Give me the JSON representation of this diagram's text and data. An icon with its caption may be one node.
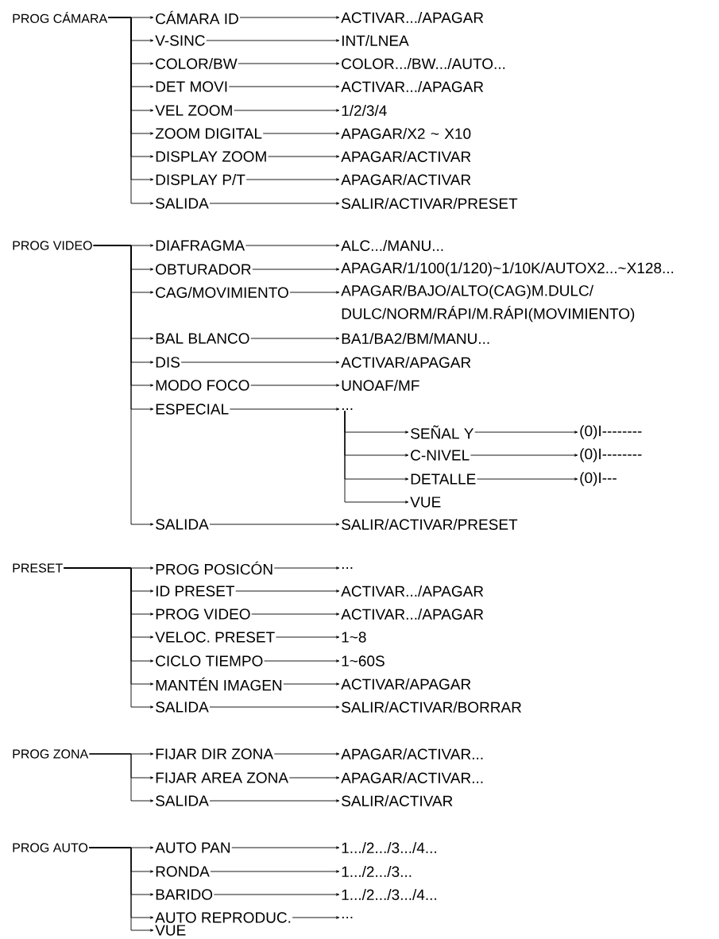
{
  "diagram": {
    "nodes": [
      {
        "text": [
          "PROG CÁMARA"
        ]
      },
      {
        "text": [
          "CÁMARA ID"
        ]
      },
      {
        "text": [
          "ACTIVAR.../APAGAR"
        ]
      },
      {
        "text": [
          "V-SINC"
        ]
      },
      {
        "text": [
          "INT/LNEA"
        ]
      },
      {
        "text": [
          "COLOR/BW"
        ]
      },
      {
        "text": [
          "COLOR.../BW.../AUTO..."
        ]
      },
      {
        "text": [
          "DET MOVI"
        ]
      },
      {
        "text": [
          "ACTIVAR.../APAGAR"
        ]
      },
      {
        "text": [
          "VEL ZOOM"
        ]
      },
      {
        "text": [
          "1/2/3/4"
        ]
      },
      {
        "text": [
          "ZOOM DIGITAL"
        ]
      },
      {
        "text": [
          "APAGAR/X2 ~ X10"
        ]
      },
      {
        "text": [
          "DISPLAY ZOOM"
        ]
      },
      {
        "text": [
          "APAGAR/ACTIVAR"
        ]
      },
      {
        "text": [
          "DISPLAY P/T"
        ]
      },
      {
        "text": [
          "APAGAR/ACTIVAR"
        ]
      },
      {
        "text": [
          "SALIDA"
        ]
      },
      {
        "text": [
          "SALIR/ACTIVAR/PRESET"
        ]
      },
      {
        "text": [
          "PROG VIDEO"
        ]
      },
      {
        "text": [
          "DIAFRAGMA"
        ]
      },
      {
        "text": [
          "ALC.../MANU..."
        ]
      },
      {
        "text": [
          "OBTURADOR"
        ]
      },
      {
        "text": [
          "APAGAR/1/100(1/120)~1/10K/AUTOX2...~X128..."
        ]
      },
      {
        "text": [
          "CAG/MOVIMIENTO"
        ]
      },
      {
        "text": [
          "APAGAR/BAJO/ALTO(CAG)M.DULC/ DULC/NORM/RÁPI/M.RÁPI(MOVIMIENTO)"
        ]
      },
      {
        "text": [
          "BAL BLANCO"
        ]
      },
      {
        "text": [
          "BA1/BA2/BM/MANU..."
        ]
      },
      {
        "text": [
          "DIS"
        ]
      },
      {
        "text": [
          "ACTIVAR/APAGAR"
        ]
      },
      {
        "text": [
          "MODO FOCO"
        ]
      },
      {
        "text": [
          "UNOAF/MF"
        ]
      },
      {
        "text": [
          "ESPECIAL"
        ]
      },
      {
        "text": [
          "..."
        ]
      },
      {
        "text": [
          "SEÑAL Y"
        ]
      },
      {
        "text": [
          "(0)I--------"
        ]
      },
      {
        "text": [
          "C-NIVEL"
        ]
      },
      {
        "text": [
          "(0)I--------"
        ]
      },
      {
        "text": [
          "DETALLE"
        ]
      },
      {
        "text": [
          "(0)I---"
        ]
      },
      {
        "text": [
          "VUE"
        ]
      },
      {
        "text": [
          "SALIDA"
        ]
      },
      {
        "text": [
          "SALIR/ACTIVAR/PRESET"
        ]
      },
      {
        "text": [
          "PRESET"
        ]
      },
      {
        "text": [
          "PROG POSICÓN"
        ]
      },
      {
        "text": [
          "..."
        ]
      },
      {
        "text": [
          "ID PRESET"
        ]
      },
      {
        "text": [
          "ACTIVAR.../APAGAR"
        ]
      },
      {
        "text": [
          "PROG VIDEO"
        ]
      },
      {
        "text": [
          "ACTIVAR.../APAGAR"
        ]
      },
      {
        "text": [
          "VELOC. PRESET"
        ]
      },
      {
        "text": [
          "1~8"
        ]
      },
      {
        "text": [
          "CICLO TIEMPO"
        ]
      },
      {
        "text": [
          "1~60S"
        ]
      },
      {
        "text": [
          "MANTÉN IMAGEN"
        ]
      },
      {
        "text": [
          "ACTIVAR/APAGAR"
        ]
      },
      {
        "text": [
          "SALIDA"
        ]
      },
      {
        "text": [
          "SALIR/ACTIVAR/BORRAR"
        ]
      },
      {
        "text": [
          "PROG ZONA"
        ]
      },
      {
        "text": [
          "FIJAR DIR ZONA"
        ]
      },
      {
        "text": [
          "APAGAR/ACTIVAR..."
        ]
      },
      {
        "text": [
          "FIJAR AREA ZONA"
        ]
      },
      {
        "text": [
          "APAGAR/ACTIVAR..."
        ]
      },
      {
        "text": [
          "SALIDA"
        ]
      },
      {
        "text": [
          "SALIR/ACTIVAR"
        ]
      },
      {
        "text": [
          "PROG AUTO"
        ]
      },
      {
        "text": [
          "AUTO PAN"
        ]
      },
      {
        "text": [
          "1.../2.../3.../4..."
        ]
      },
      {
        "text": [
          "RONDA"
        ]
      },
      {
        "text": [
          "1.../2.../3..."
        ]
      },
      {
        "text": [
          "BARIDO"
        ]
      },
      {
        "text": [
          "1.../2.../3.../4..."
        ]
      },
      {
        "text": [
          "AUTO REPRODUC."
        ]
      },
      {
        "text": [
          "..."
        ]
      },
      {
        "text": [
          "VUE"
        ]
      }
    ],
    "edges": [
      {
        "from": 0,
        "to": 1,
        "arrow": "to"
      },
      {
        "from": 0,
        "to": 3,
        "arrow": "to"
      },
      {
        "from": 0,
        "to": 5,
        "arrow": "to"
      },
      {
        "from": 0,
        "to": 7,
        "arrow": "to"
      },
      {
        "from": 0,
        "to": 9,
        "arrow": "to"
      },
      {
        "from": 0,
        "to": 11,
        "arrow": "to"
      },
      {
        "from": 0,
        "to": 13,
        "arrow": "to"
      },
      {
        "from": 0,
        "to": 15,
        "arrow": "to"
      },
      {
        "from": 0,
        "to": 17,
        "arrow": "to"
      },
      {
        "from": 1,
        "to": 2,
        "arrow": "to"
      },
      {
        "from": 3,
        "to": 4,
        "arrow": "to"
      },
      {
        "from": 5,
        "to": 6,
        "arrow": "to"
      },
      {
        "from": 7,
        "to": 8,
        "arrow": "to"
      },
      {
        "from": 9,
        "to": 10,
        "arrow": "to"
      },
      {
        "from": 11,
        "to": 12,
        "arrow": "to"
      },
      {
        "from": 13,
        "to": 14,
        "arrow": "to"
      },
      {
        "from": 15,
        "to": 16,
        "arrow": "to"
      },
      {
        "from": 17,
        "to": 18,
        "arrow": "to"
      },
      {
        "from": 19,
        "to": 20,
        "arrow": "to"
      },
      {
        "from": 19,
        "to": 22,
        "arrow": "to"
      },
      {
        "from": 19,
        "to": 24,
        "arrow": "to"
      },
      {
        "from": 19,
        "to": 26,
        "arrow": "to"
      },
      {
        "from": 19,
        "to": 28,
        "arrow": "to"
      },
      {
        "from": 19,
        "to": 30,
        "arrow": "to"
      },
      {
        "from": 19,
        "to": 32,
        "arrow": "to"
      },
      {
        "from": 19,
        "to": 41,
        "arrow": "to"
      },
      {
        "from": 20,
        "to": 21,
        "arrow": "to"
      },
      {
        "from": 22,
        "to": 23,
        "arrow": "to"
      },
      {
        "from": 24,
        "to": 25,
        "arrow": "to"
      },
      {
        "from": 26,
        "to": 27,
        "arrow": "to"
      },
      {
        "from": 28,
        "to": 29,
        "arrow": "to"
      },
      {
        "from": 30,
        "to": 31,
        "arrow": "to"
      },
      {
        "from": 32,
        "to": 33,
        "arrow": "to"
      },
      {
        "from": 33,
        "to": 34,
        "arrow": "to"
      },
      {
        "from": 33,
        "to": 36,
        "arrow": "to"
      },
      {
        "from": 33,
        "to": 38,
        "arrow": "to"
      },
      {
        "from": 33,
        "to": 40,
        "arrow": "to"
      },
      {
        "from": 34,
        "to": 35,
        "arrow": "to"
      },
      {
        "from": 36,
        "to": 37,
        "arrow": "to"
      },
      {
        "from": 38,
        "to": 39,
        "arrow": "to"
      },
      {
        "from": 41,
        "to": 42,
        "arrow": "to"
      },
      {
        "from": 43,
        "to": 44,
        "arrow": "to"
      },
      {
        "from": 43,
        "to": 46,
        "arrow": "to"
      },
      {
        "from": 43,
        "to": 48,
        "arrow": "to"
      },
      {
        "from": 43,
        "to": 50,
        "arrow": "to"
      },
      {
        "from": 43,
        "to": 52,
        "arrow": "to"
      },
      {
        "from": 43,
        "to": 54,
        "arrow": "to"
      },
      {
        "from": 43,
        "to": 56,
        "arrow": "to"
      },
      {
        "from": 44,
        "to": 45,
        "arrow": "to"
      },
      {
        "from": 46,
        "to": 47,
        "arrow": "to"
      },
      {
        "from": 48,
        "to": 49,
        "arrow": "to"
      },
      {
        "from": 50,
        "to": 51,
        "arrow": "to"
      },
      {
        "from": 52,
        "to": 53,
        "arrow": "to"
      },
      {
        "from": 54,
        "to": 55,
        "arrow": "to"
      },
      {
        "from": 56,
        "to": 57,
        "arrow": "to"
      },
      {
        "from": 58,
        "to": 59,
        "arrow": "to"
      },
      {
        "from": 58,
        "to": 61,
        "arrow": "to"
      },
      {
        "from": 58,
        "to": 63,
        "arrow": "to"
      },
      {
        "from": 59,
        "to": 60,
        "arrow": "to"
      },
      {
        "from": 61,
        "to": 62,
        "arrow": "to"
      },
      {
        "from": 63,
        "to": 64,
        "arrow": "to"
      },
      {
        "from": 65,
        "to": 66,
        "arrow": "to"
      },
      {
        "from": 65,
        "to": 68,
        "arrow": "to"
      },
      {
        "from": 65,
        "to": 70,
        "arrow": "to"
      },
      {
        "from": 65,
        "to": 72,
        "arrow": "to"
      },
      {
        "from": 65,
        "to": 74,
        "arrow": "to"
      },
      {
        "from": 66,
        "to": 67,
        "arrow": "to"
      },
      {
        "from": 68,
        "to": 69,
        "arrow": "to"
      },
      {
        "from": 70,
        "to": 71,
        "arrow": "to"
      },
      {
        "from": 72,
        "to": 73,
        "arrow": "to"
      }
    ]
  }
}
